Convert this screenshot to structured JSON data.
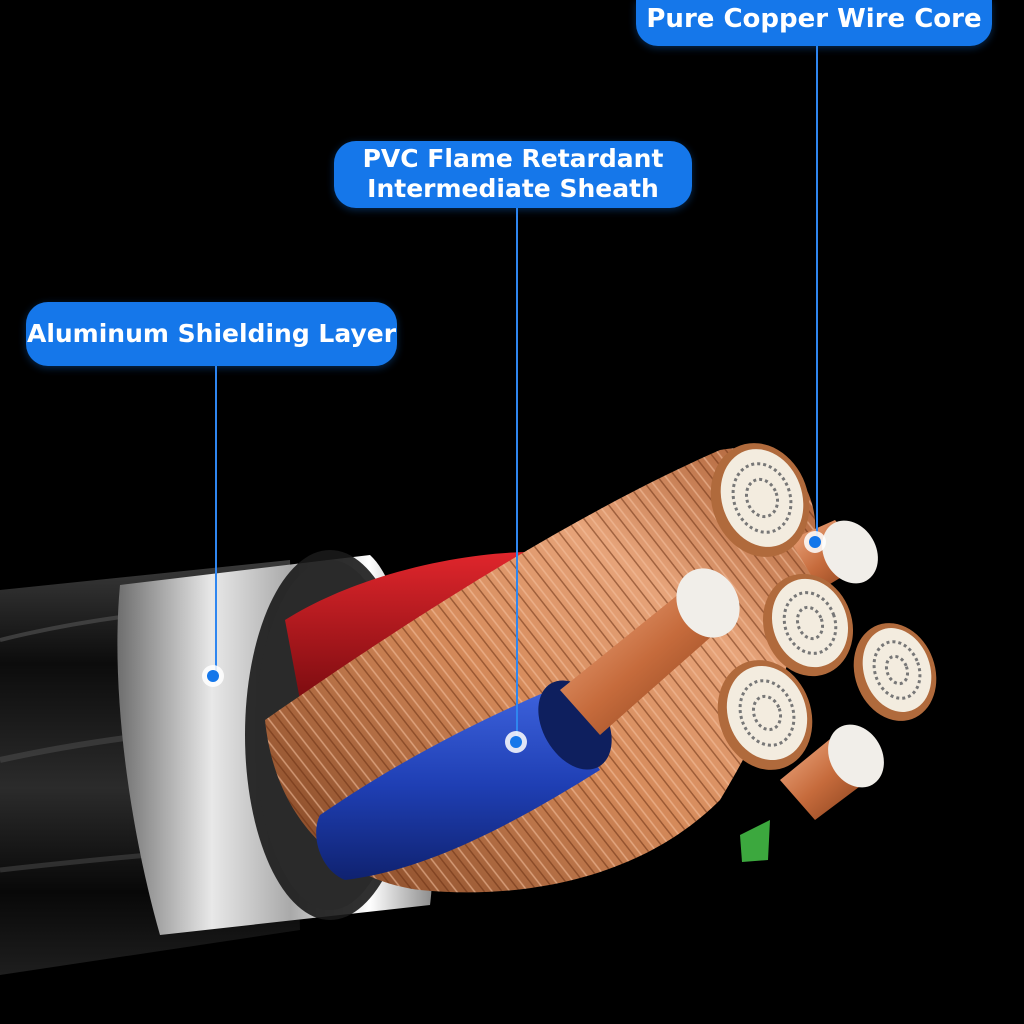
{
  "callouts": {
    "copper": {
      "label": "Pure Copper Wire Core"
    },
    "pvc": {
      "line1": "PVC Flame Retardant",
      "line2": "Intermediate Sheath"
    },
    "aluminum": {
      "label": "Aluminum Shielding Layer"
    }
  },
  "colors": {
    "callout_fill": "#1577ea",
    "leader_line": "#2f86f0",
    "copper": "#c8784a",
    "insulation_blue": "#1f3fb4",
    "insulation_red": "#b3171d",
    "shield_silver": "#c9c9c9",
    "outer_jacket": "#1a1a1a"
  }
}
